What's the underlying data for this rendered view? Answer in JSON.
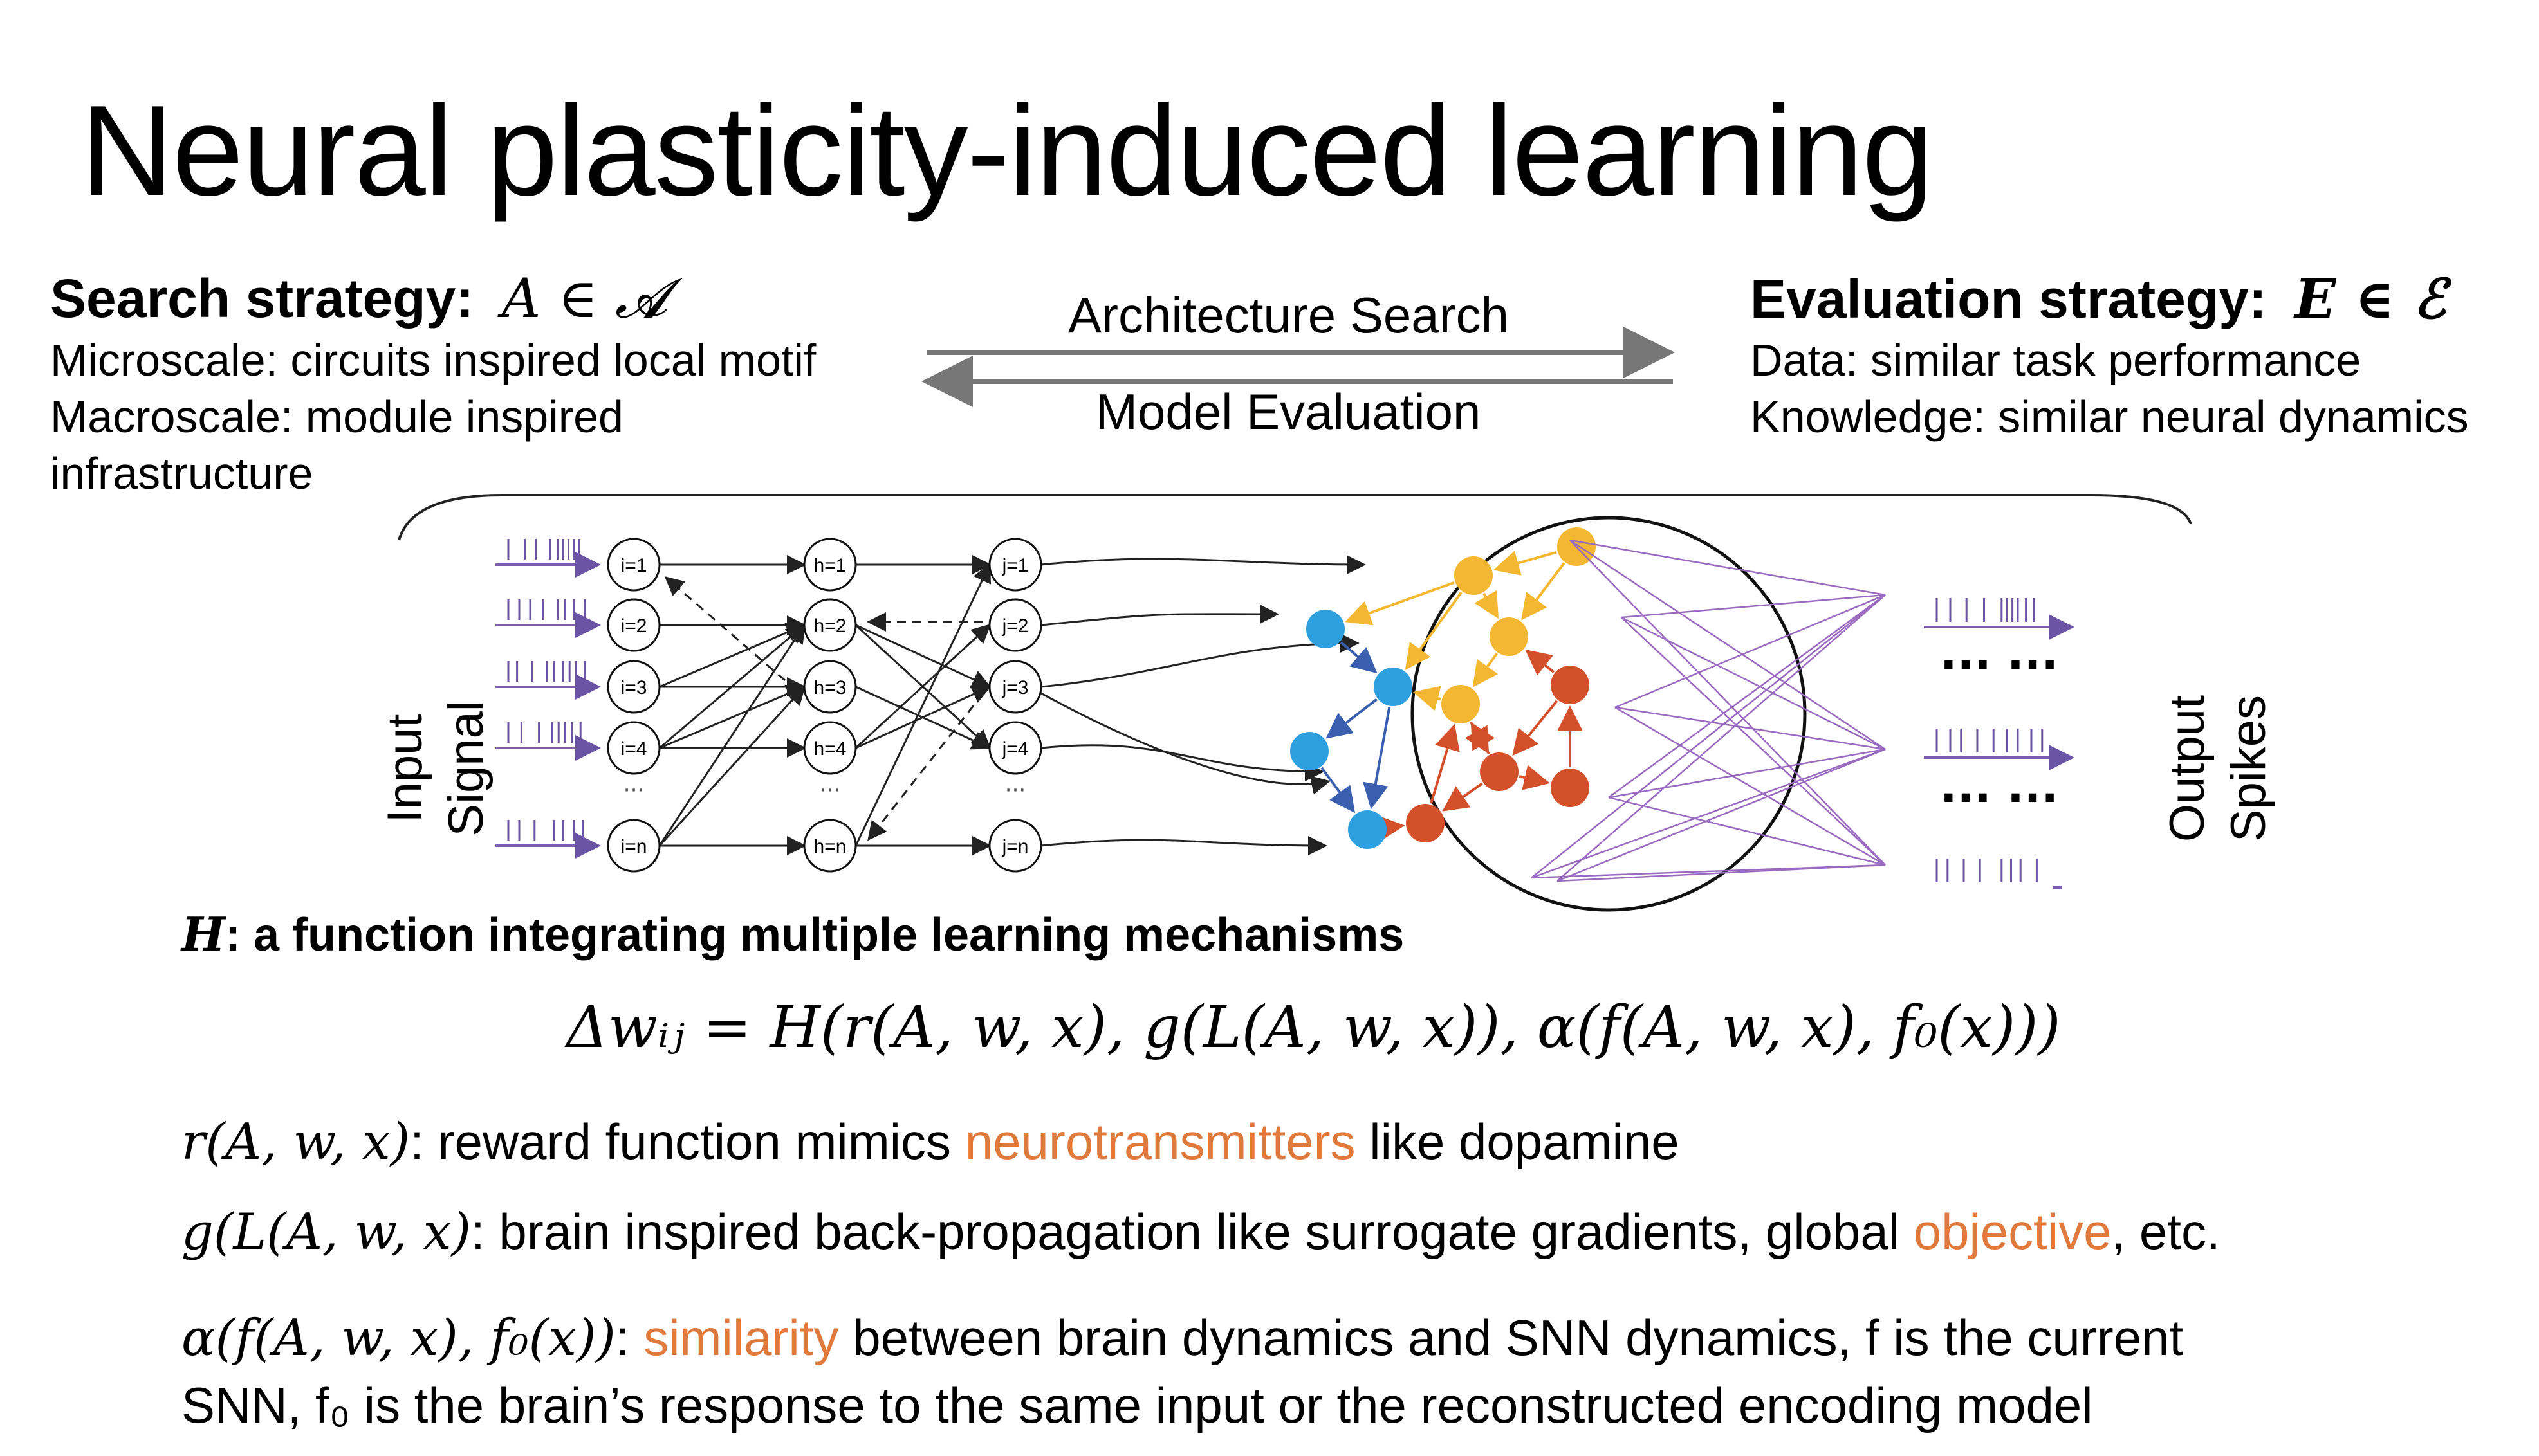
{
  "title": "Neural plasticity-induced learning",
  "search": {
    "heading": "Search strategy:",
    "symbol": "A ∈ 𝓐",
    "lines": [
      "Microscale: circuits inspired local motif",
      "Macroscale: module inspired",
      "infrastructure"
    ]
  },
  "evaluation": {
    "heading": "Evaluation strategy:",
    "symbol": "E ∈ ℰ",
    "lines": [
      "Data: similar task performance",
      "Knowledge: similar neural dynamics"
    ]
  },
  "arrows": {
    "forward": "Architecture Search",
    "backward": "Model Evaluation"
  },
  "diagram": {
    "input_label": [
      "Input",
      "Signal"
    ],
    "output_label": [
      "Output",
      "Spikes"
    ],
    "input_nodes": [
      "i=1",
      "i=2",
      "i=3",
      "i=4",
      "i=n"
    ],
    "hidden_nodes": [
      "h=1",
      "h=2",
      "h=3",
      "h=4",
      "h=n"
    ],
    "output_nodes": [
      "j=1",
      "j=2",
      "j=3",
      "j=4",
      "j=n"
    ],
    "ellipsis": "···",
    "output_dots": "··· ···",
    "colors": {
      "blue": "#2e9fdf",
      "yellow": "#f4b731",
      "red": "#d4502a",
      "purple": "#7b5fae",
      "spike": "#6a54a3"
    }
  },
  "h_def": {
    "symbol": "H",
    "text": ": a function integrating multiple learning mechanisms"
  },
  "formula": "Δwᵢⱼ = H(r(A, w, x), g(L(A, w, x)), α(f(A, w, x), f₀(x)))",
  "terms": [
    {
      "math": "r(A, w, x)",
      "before": ": reward function mimics ",
      "highlight": "neurotransmitters",
      "after": " like dopamine"
    },
    {
      "math": "g(L(A, w, x)",
      "before": ": brain inspired back-propagation like surrogate gradients, global ",
      "highlight": "objective",
      "after": ", etc."
    },
    {
      "math": "α(f(A, w, x), f₀(x))",
      "before": ": ",
      "highlight": "similarity",
      "after": " between brain dynamics and SNN dynamics, f is the current",
      "line2": "SNN, f₀ is the brain’s response to the same input or the reconstructed encoding model"
    }
  ]
}
